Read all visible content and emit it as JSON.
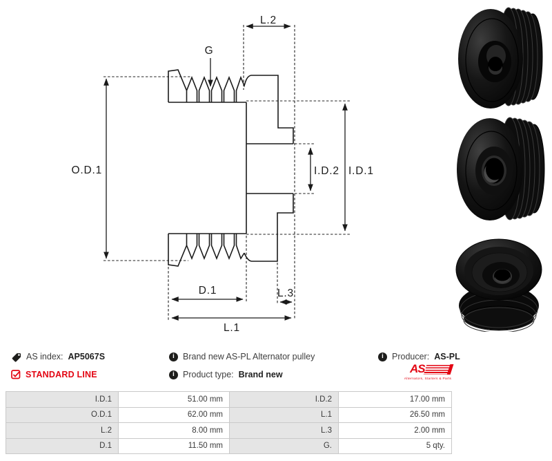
{
  "diagram": {
    "labels": {
      "od1": "O.D.1",
      "g": "G",
      "l2": "L.2",
      "id2": "I.D.2",
      "id1": "I.D.1",
      "d1": "D.1",
      "l3": "L.3",
      "l1": "L.1"
    }
  },
  "info": {
    "as_index_label": "AS index:",
    "as_index_value": "AP5067S",
    "standard_line": "STANDARD LINE",
    "description": "Brand new AS-PL Alternator pulley",
    "product_type_label": "Product type:",
    "product_type_value": "Brand new",
    "producer_label": "Producer:",
    "producer_value": "AS-PL",
    "logo_text": "AS",
    "logo_tagline": "Alternators, Starters & Parts"
  },
  "icons": {
    "index": "tag-icon",
    "standard_line": "checkbox-checked-icon",
    "info": "info-icon"
  },
  "colors": {
    "accent_red": "#e30613",
    "line": "#1a1a1a",
    "table_label_bg": "#e5e5e5",
    "table_border": "#c9c9c9"
  },
  "spec_table": {
    "rows": [
      {
        "k1": "I.D.1",
        "v1": "51.00 mm",
        "k2": "I.D.2",
        "v2": "17.00 mm"
      },
      {
        "k1": "O.D.1",
        "v1": "62.00 mm",
        "k2": "L.1",
        "v2": "26.50 mm"
      },
      {
        "k1": "L.2",
        "v1": "8.00 mm",
        "k2": "L.3",
        "v2": "2.00 mm"
      },
      {
        "k1": "D.1",
        "v1": "11.50 mm",
        "k2": "G.",
        "v2": "5 qty."
      }
    ]
  }
}
